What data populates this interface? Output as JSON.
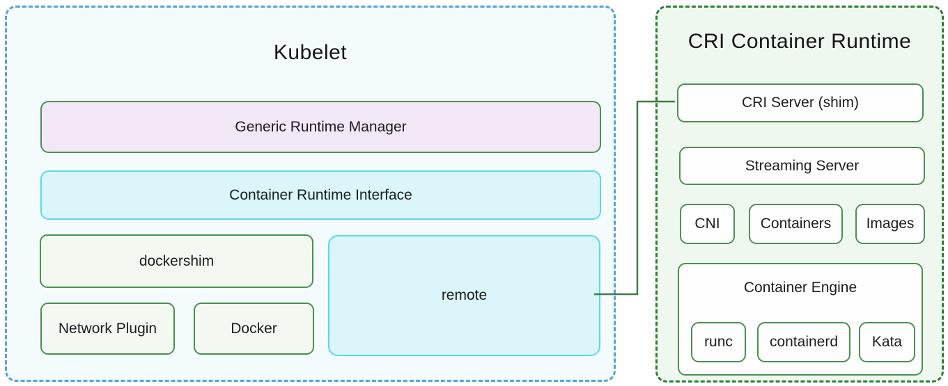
{
  "kubelet": {
    "title": "Kubelet",
    "generic_runtime_manager": "Generic Runtime Manager",
    "container_runtime_interface": "Container Runtime Interface",
    "dockershim": "dockershim",
    "network_plugin": "Network Plugin",
    "docker": "Docker",
    "remote": "remote"
  },
  "cri_runtime": {
    "title": "CRI Container Runtime",
    "cri_server": "CRI Server (shim)",
    "streaming_server": "Streaming Server",
    "cni": "CNI",
    "containers": "Containers",
    "images": "Images",
    "container_engine": "Container Engine",
    "runc": "runc",
    "containerd": "containerd",
    "kata": "Kata"
  },
  "colors": {
    "kubelet_border": "#55a1d8",
    "kubelet_bg": "#f4fbfd",
    "cri_border": "#2e7d36",
    "cri_bg": "#eff8ee",
    "box_green_border": "#4b8f51",
    "cyan_border": "#5cd6ea",
    "lavender_fill": "#f2e8f6",
    "cyan_fill": "#dbf6fa",
    "light_green_fill": "#f3f8f1",
    "white_fill": "#fdfefd",
    "connector": "#3c7d42"
  }
}
